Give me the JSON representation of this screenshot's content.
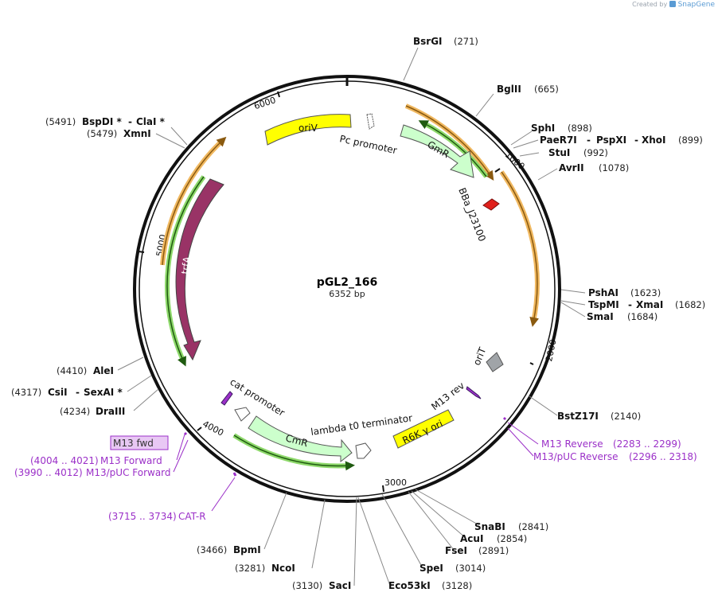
{
  "credit": {
    "prefix": "Created by",
    "brand": "SnapGene"
  },
  "plasmid": {
    "name": "pGL2_166",
    "size": "6352 bp"
  },
  "ticks": [
    "1000",
    "2000",
    "3000",
    "4000",
    "5000",
    "6000"
  ],
  "sites": [
    {
      "name": "BsrGI",
      "pos": "(271)"
    },
    {
      "name": "BglII",
      "pos": "(665)"
    },
    {
      "name": "SphI",
      "pos": "(898)"
    },
    {
      "name": "PaeR7I",
      "mid": "PspXI",
      "last": "XhoI",
      "pos": "(899)"
    },
    {
      "name": "StuI",
      "pos": "(992)"
    },
    {
      "name": "AvrII",
      "pos": "(1078)"
    },
    {
      "name": "PshAI",
      "pos": "(1623)"
    },
    {
      "name": "TspMI",
      "mid": "XmaI",
      "pos": "(1682)"
    },
    {
      "name": "SmaI",
      "pos": "(1684)"
    },
    {
      "name": "BstZ17I",
      "pos": "(2140)"
    },
    {
      "name": "SnaBI",
      "pos": "(2841)"
    },
    {
      "name": "AcuI",
      "pos": "(2854)"
    },
    {
      "name": "FseI",
      "pos": "(2891)"
    },
    {
      "name": "SpeI",
      "pos": "(3014)"
    },
    {
      "name": "Eco53kI",
      "pos": "(3128)"
    },
    {
      "name": "SacI",
      "pos": "(3130)"
    },
    {
      "name": "NcoI",
      "pos": "(3281)"
    },
    {
      "name": "BpmI",
      "pos": "(3466)"
    },
    {
      "name": "DraIII",
      "pos": "(4234)"
    },
    {
      "name": "CsiI",
      "mid": "SexAI *",
      "pos": "(4317)"
    },
    {
      "name": "AleI",
      "pos": "(4410)"
    },
    {
      "name": "XmnI",
      "pos": "(5479)"
    },
    {
      "name": "BspDI *",
      "mid": "ClaI *",
      "pos": "(5491)"
    }
  ],
  "primers": [
    {
      "name": "M13 Reverse",
      "range": "(2283 .. 2299)"
    },
    {
      "name": "M13/pUC Reverse",
      "range": "(2296 .. 2318)"
    },
    {
      "name": "M13 Forward",
      "range": "(4004 .. 4021)"
    },
    {
      "name": "M13/pUC Forward",
      "range": "(3990 .. 4012)"
    },
    {
      "name": "CAT-R",
      "range": "(3715 .. 3734)"
    }
  ],
  "features": [
    {
      "name": "oriV",
      "color": "#ffff00"
    },
    {
      "name": "Pc promoter",
      "color": "#ffffff"
    },
    {
      "name": "GmR",
      "color": "#ccffcc"
    },
    {
      "name": "BBa_J23100",
      "color": "#e0201b"
    },
    {
      "name": "trfA",
      "color": "#993366"
    },
    {
      "name": "oriT",
      "color": "#a0a4a8"
    },
    {
      "name": "M13 rev",
      "color": "#9b30c8"
    },
    {
      "name": "cat promoter",
      "color": "#ffffff"
    },
    {
      "name": "CmR",
      "color": "#ccffcc"
    },
    {
      "name": "lambda t0 terminator",
      "color": "#ffffff"
    },
    {
      "name": "R6K γ ori",
      "color": "#ffff00"
    },
    {
      "name": "M13 fwd",
      "color": "#e8c8f4"
    }
  ],
  "colors": {
    "orf_orange": "#f0b860",
    "orf_green": "#8dd86a",
    "primer_purple": "#9b30c8",
    "backbone": "#111111"
  }
}
